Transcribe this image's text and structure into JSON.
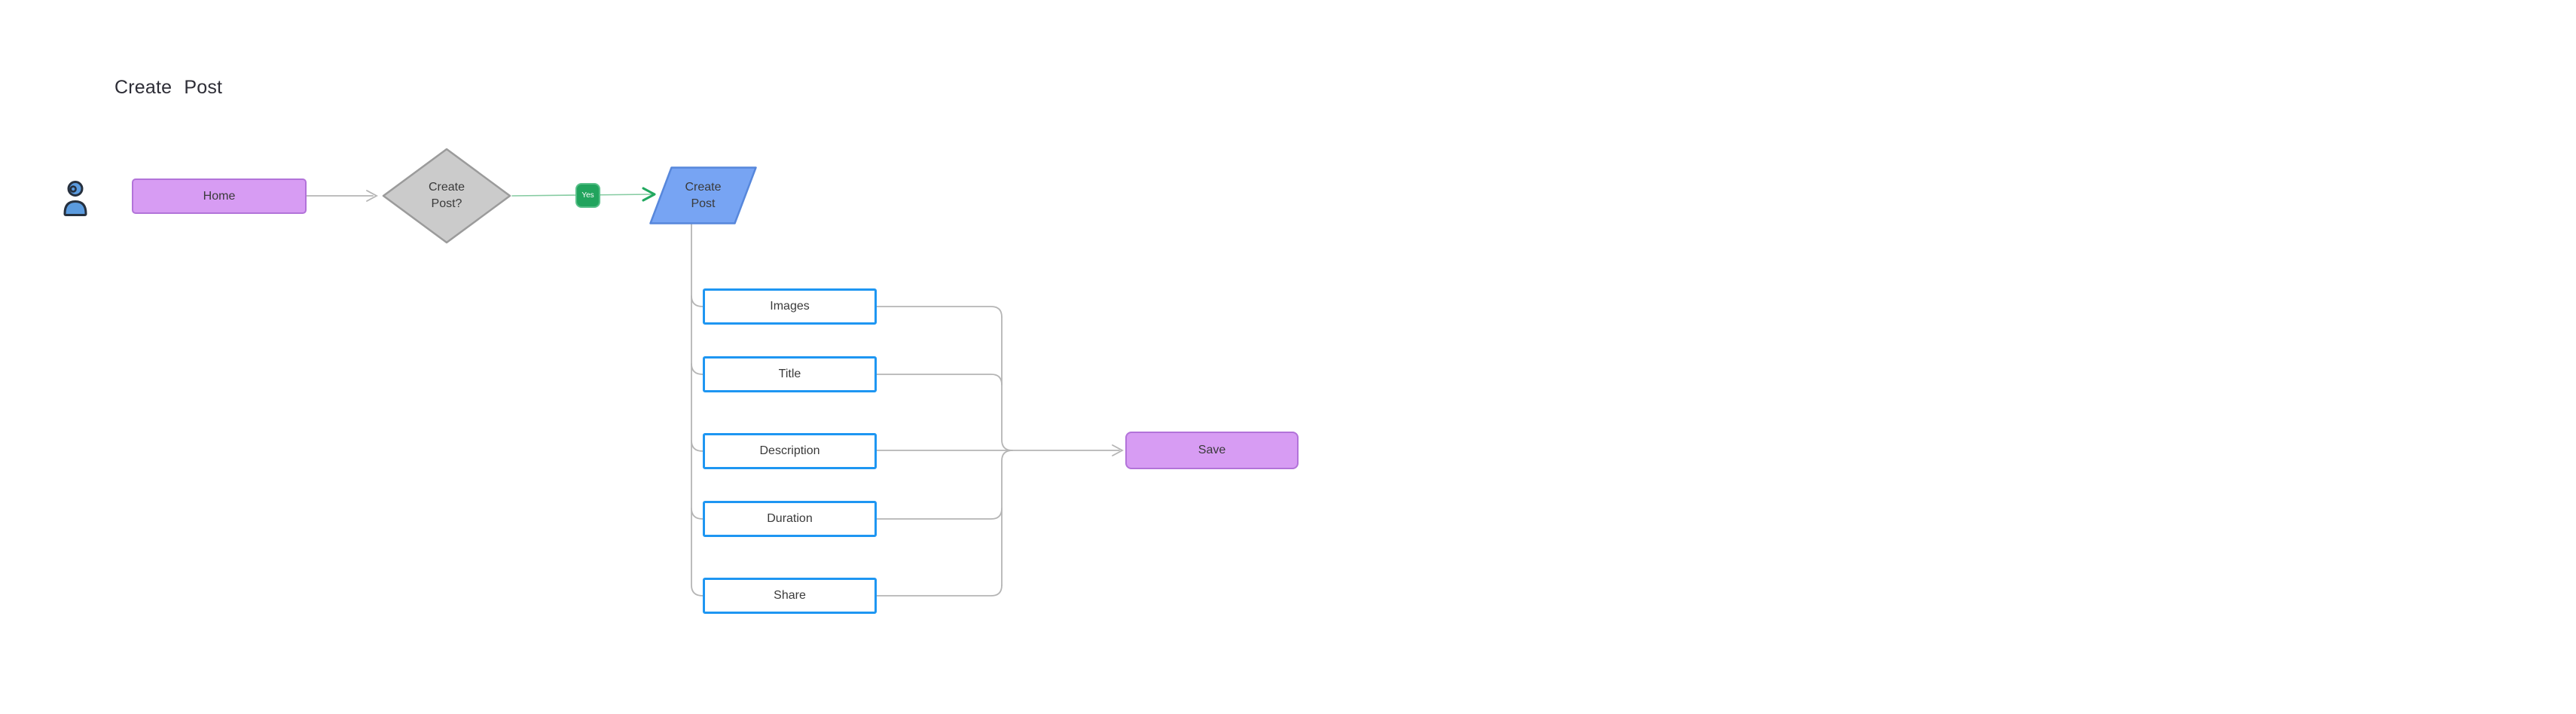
{
  "page": {
    "title": "Create Post"
  },
  "diagram": {
    "actor_icon": "person-icon",
    "nodes": {
      "home": {
        "label": "Home"
      },
      "decision": {
        "label": "Create\nPost?"
      },
      "create_post": {
        "label": "Create\nPost"
      },
      "fields": [
        {
          "label": "Images"
        },
        {
          "label": "Title"
        },
        {
          "label": "Description"
        },
        {
          "label": "Duration"
        },
        {
          "label": "Share"
        }
      ],
      "save": {
        "label": "Save"
      }
    },
    "edges": {
      "yes_label": "Yes"
    },
    "colors": {
      "purple_fill": "#D79CF3",
      "purple_stroke": "#B273D9",
      "blue_fill": "#77A4F3",
      "blue_stroke": "#5787DB",
      "decision_fill": "#CBCBCB",
      "decision_stroke": "#9B9B9B",
      "field_border": "#1E96F2",
      "yes_green": "#21A45D",
      "connector_gray": "#B5B5B5"
    }
  }
}
